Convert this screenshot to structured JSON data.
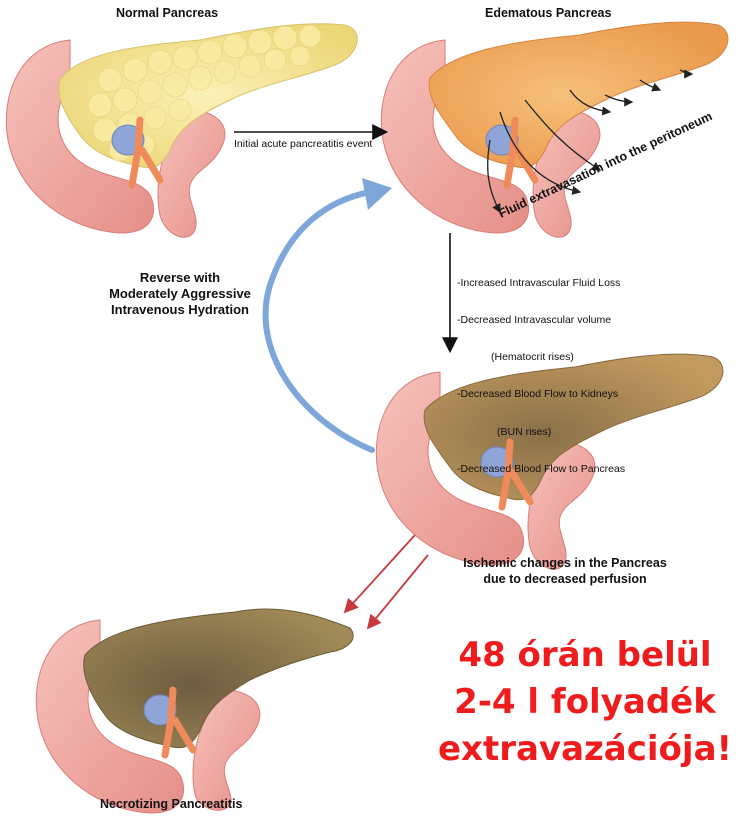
{
  "titles": {
    "normal": "Normal Pancreas",
    "edematous": "Edematous Pancreas",
    "necrotizing": "Necrotizing Pancreatitis"
  },
  "arrow_event_label": "Initial acute pancreatitis event",
  "fluid_label": "Fluid extravasation into the peritoneum",
  "reverse_label": [
    "Reverse with",
    "Moderately Aggressive",
    "Intravenous Hydration"
  ],
  "consequences": [
    "-Increased Intravascular Fluid Loss",
    "-Decreased Intravascular volume",
    "(Hematocrit rises)",
    "-Decreased Blood Flow to Kidneys",
    "(BUN rises)",
    "-Decreased Blood Flow to Pancreas"
  ],
  "ischemic_label": [
    "Ischemic changes in the Pancreas",
    "due to decreased perfusion"
  ],
  "highlight": [
    "48 órán belül",
    "2-4 l folyadék",
    "extravazációja!"
  ],
  "colors": {
    "duodenum": "#f2a9a2",
    "pancreas_normal": "#f7e79a",
    "pancreas_edematous": "#f3ad5e",
    "pancreas_ischemic": "#b78a52",
    "pancreas_necrotic": "#8f7a4a",
    "vessel": "#ef8a5a",
    "vein": "#8fa5d8",
    "reverse_arrow": "#7ea6d9",
    "necrosis_arrows": "#c9383f",
    "highlight_text": "#ee1c1c"
  }
}
